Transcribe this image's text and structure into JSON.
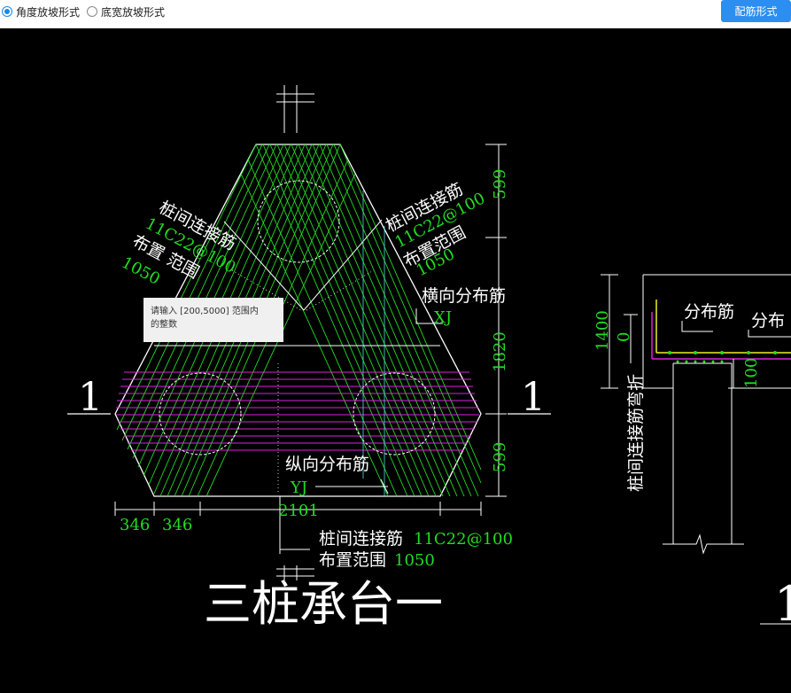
{
  "options": {
    "radio_angle": "角度放坡形式",
    "radio_width": "底宽放坡形式",
    "selected": "radio_angle"
  },
  "toolbar": {
    "rebar_button": "配筋形式"
  },
  "drawing": {
    "left": {
      "label_conn_left": "桩间连接筋",
      "value_conn_left": "11C22@100",
      "label_range_left": "布置 范围",
      "value_range_left": "1050",
      "label_conn_right": "桩间连接筋",
      "value_conn_right": "11C22@100",
      "label_range_right": "布置范围",
      "value_range_right": "1050",
      "label_horiz": "横向分布筋",
      "value_horiz": "XJ",
      "label_vert": "纵向分布筋",
      "value_vert": "YJ",
      "dim_599_top": "599",
      "dim_1820": "1820",
      "dim_599_bottom": "599",
      "dim_346_a": "346",
      "dim_346_b": "346",
      "dim_2101": "2101",
      "section_left": "1",
      "section_right": "1",
      "bottom_conn_label": "桩间连接筋",
      "bottom_conn_value": "11C22@100",
      "bottom_range_label": "布置范围",
      "bottom_range_value": "1050",
      "title": "三桩承台一"
    },
    "right": {
      "dim_1400": "1400",
      "dim_0": "0",
      "dim_100": "100",
      "label_dist1": "分布筋",
      "label_dist2": "分布",
      "label_bend": "桩间连接筋弯折",
      "title_partial": "1"
    }
  },
  "tooltip": {
    "line1": "请输入 [200,5000] 范围内",
    "line2": "的整数"
  },
  "colors": {
    "green": "#22dd22",
    "white": "#ffffff",
    "magenta": "#dd22dd",
    "cyan": "#55dddd",
    "yellow": "#eeee22",
    "accent": "#2b8ef0"
  }
}
